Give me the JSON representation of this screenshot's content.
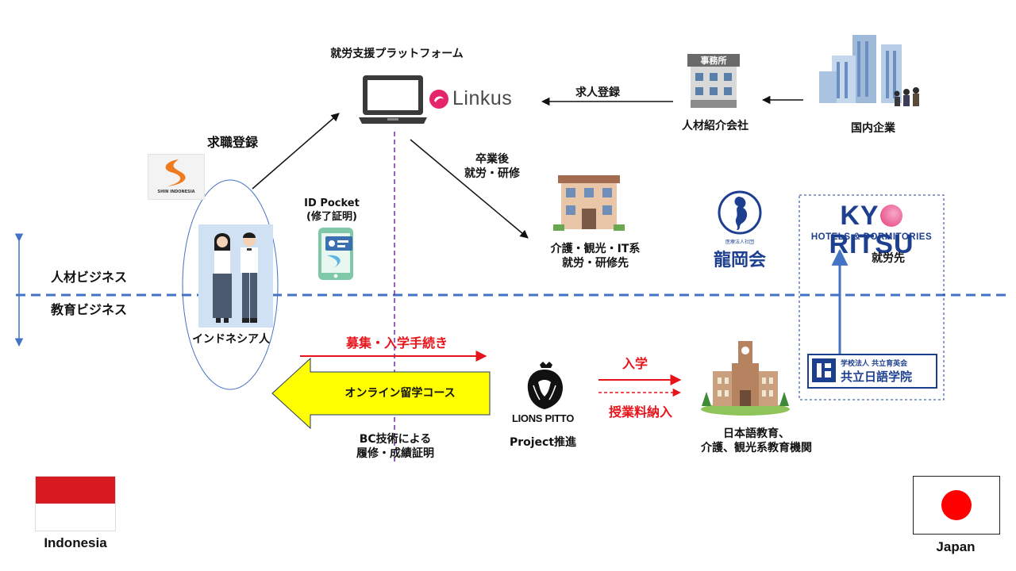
{
  "platform": {
    "title": "就労支援プラットフォーム",
    "logo_text": "Linkus"
  },
  "job_registration": "求職登録",
  "shin_logo_text": "SHIN INDONESIA",
  "id_pocket": {
    "line1": "ID Pocket",
    "line2": "(修了証明)"
  },
  "person_label": "インドネシア人",
  "job_posting": "求人登録",
  "agency": {
    "sign": "事務所",
    "label": "人材紹介会社"
  },
  "domestic_companies": "国内企業",
  "after_graduation": {
    "line1": "卒業後",
    "line2": "就労・研修"
  },
  "destinations": {
    "line1": "介護・観光・IT系",
    "line2": "就労・研修先"
  },
  "ryukokai": {
    "small": "医療法人社団",
    "name": "龍岡会"
  },
  "kyoritsu": {
    "name_left": "KY",
    "name_right": "RITSU",
    "sub": "HOTELS & DORMITORIES",
    "label": "就労先"
  },
  "business": {
    "hr": "人材ビジネス",
    "edu": "教育ビジネス"
  },
  "recruit": "募集・入学手続き",
  "online_course": "オンライン留学コース",
  "bc_proof": {
    "line1": "BC技術による",
    "line2": "履修・成績証明"
  },
  "lions": {
    "brand": "LIONS PITTO",
    "label": "Project推進"
  },
  "enrollment": "入学",
  "tuition": "授業料納入",
  "school": {
    "line1": "日本語教育、",
    "line2": "介護、観光系教育機関"
  },
  "kyoritsu_school": {
    "line1": "学校法人 共立育英会",
    "line2": "共立日語学院"
  },
  "countries": {
    "left": "Indonesia",
    "right": "Japan"
  },
  "colors": {
    "red": "#e8141b",
    "blue_dash": "#4472c4",
    "arrow_yellow": "#ffff00",
    "indonesia_red": "#d71920",
    "japan_red": "#ff0000",
    "navy": "#1d3f8f"
  }
}
